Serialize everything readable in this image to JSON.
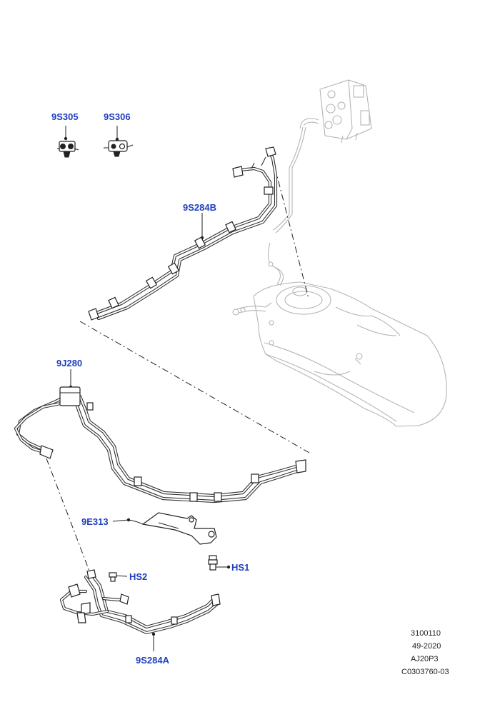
{
  "callouts": {
    "p9s305": "9S305",
    "p9s306": "9S306",
    "p9s284b": "9S284B",
    "p9j280": "9J280",
    "p9e313": "9E313",
    "hs1": "HS1",
    "hs2": "HS2",
    "p9s284a": "9S284A"
  },
  "reference": {
    "line1": "3100110",
    "line2": "49-2020",
    "line3": "AJ20P3",
    "line4": "C0303760-03"
  },
  "colors": {
    "callout": "#1f3fbf",
    "line": "#222222",
    "ghost": "#b5b5b5"
  }
}
